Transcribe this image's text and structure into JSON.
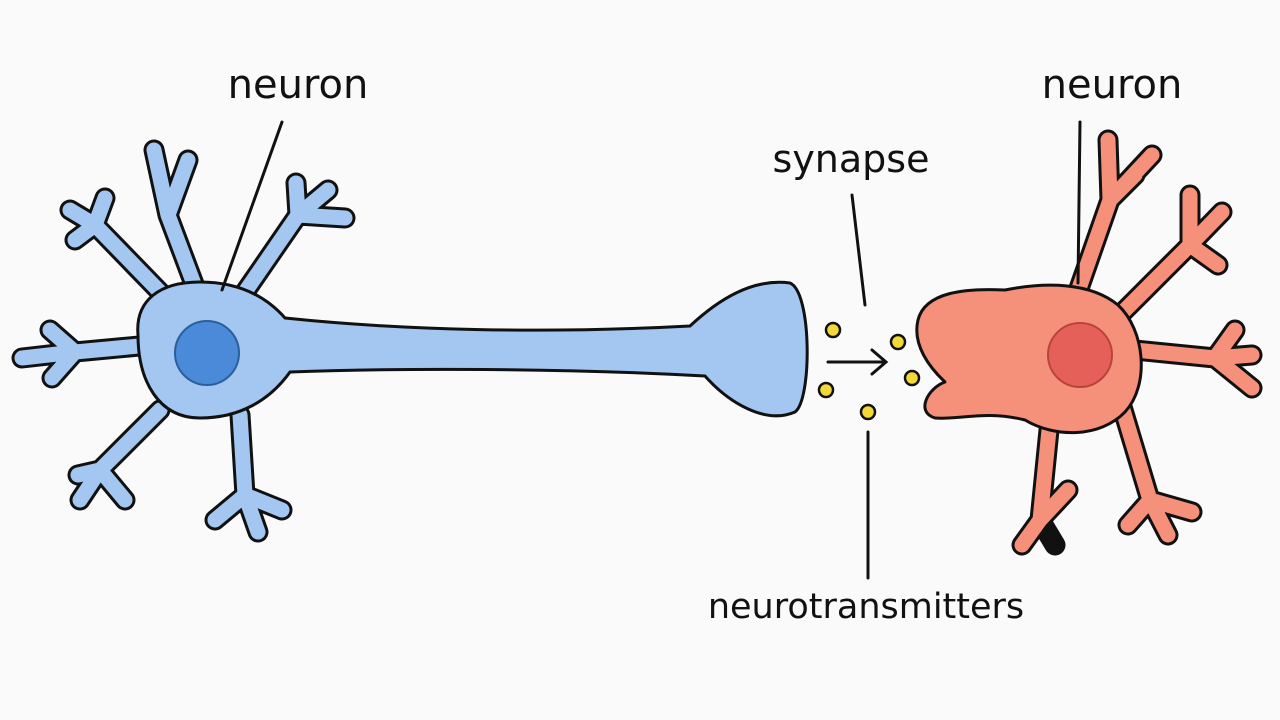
{
  "labels": {
    "neuron_left": "neuron",
    "neuron_right": "neuron",
    "synapse": "synapse",
    "neurotransmitters": "neurotransmitters"
  },
  "colors": {
    "background": "#fafafa",
    "neuron_left_body": "#a3c7f0",
    "neuron_left_nucleus": "#4a8ad8",
    "neuron_right_body": "#f5907a",
    "neuron_right_nucleus": "#e46058",
    "neurotransmitter": "#f2d838",
    "outline": "#111111"
  }
}
